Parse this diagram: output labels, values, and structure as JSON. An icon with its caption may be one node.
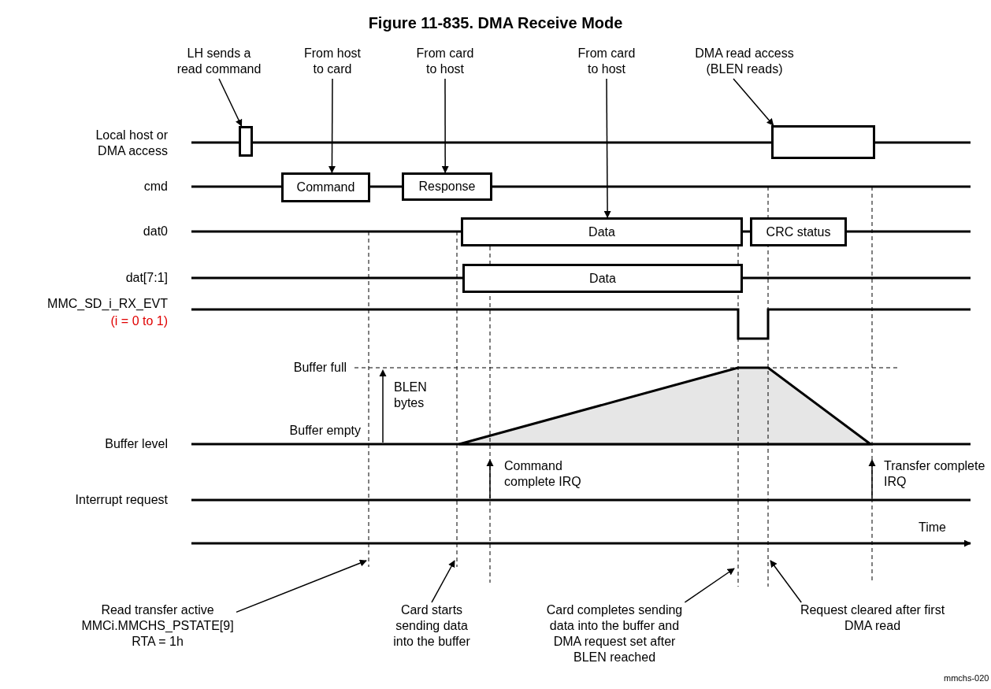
{
  "diagram": {
    "title": "Figure 11-835. DMA Receive Mode",
    "nodes": [
      {
        "text": [
          "LH sends a read command"
        ]
      },
      {
        "text": [],
        "shape": "box"
      },
      {
        "text": [
          "From host to card"
        ]
      },
      {
        "text": [
          "Command"
        ]
      },
      {
        "text": [
          "From card to host"
        ]
      },
      {
        "text": [
          "Response"
        ]
      },
      {
        "text": [
          "From card to host"
        ]
      },
      {
        "text": [
          "Data"
        ]
      },
      {
        "text": [
          "DMA read access (BLEN reads)"
        ]
      },
      {
        "text": [],
        "shape": "box"
      },
      {
        "text": [
          "CRC status"
        ]
      },
      {
        "text": [
          "Data"
        ]
      },
      {
        "text": [
          "Read transfer active MMCi.MMCHS_PSTATE[9] RTA = 1h"
        ]
      },
      {
        "text": [
          "Card starts sending data into the buffer"
        ]
      },
      {
        "text": [
          "Card completes sending data into the buffer and DMA request set after BLEN reached"
        ]
      },
      {
        "text": [
          "Request cleared after first DMA read"
        ]
      }
    ],
    "edges": [
      {
        "from": 0,
        "to": 1,
        "arrow": "to"
      },
      {
        "from": 2,
        "to": 3,
        "arrow": "to"
      },
      {
        "from": 4,
        "to": 5,
        "arrow": "to"
      },
      {
        "from": 6,
        "to": 7,
        "arrow": "to"
      },
      {
        "from": 8,
        "to": 9,
        "arrow": "to"
      },
      {
        "from": 12,
        "to": null,
        "arrow": "to"
      },
      {
        "from": 13,
        "to": null,
        "arrow": "to"
      },
      {
        "from": 14,
        "to": null,
        "arrow": "to"
      },
      {
        "from": 15,
        "to": null,
        "arrow": "to"
      }
    ],
    "labels": [
      "Local host or DMA access",
      "cmd",
      "dat0",
      "dat[7:1]",
      "MMC_SD_i_RX_EVT",
      "(i = 0 to 1)",
      "Buffer full",
      "BLEN bytes",
      "Buffer empty",
      "Buffer level",
      "Command complete IRQ",
      "Transfer complete IRQ",
      "Interrupt request",
      "Time",
      "mmchs-020"
    ]
  }
}
